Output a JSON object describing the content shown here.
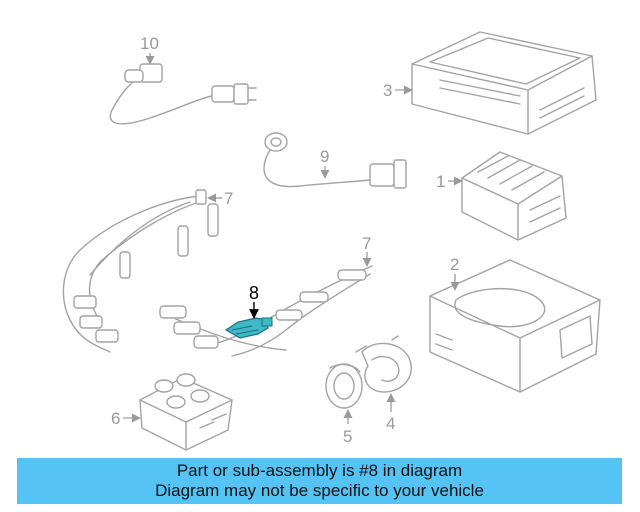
{
  "diagram": {
    "callouts": {
      "c1": "1",
      "c2": "2",
      "c3": "3",
      "c4": "4",
      "c5": "5",
      "c6": "6",
      "c7a": "7",
      "c7b": "7",
      "c8": "8",
      "c9": "9",
      "c10": "10"
    },
    "highlight_color": "#3fb8c8"
  },
  "banner": {
    "line1": "Part or sub-assembly is #8 in diagram",
    "line2": "Diagram may not be specific to your vehicle",
    "background": "#55c3f4"
  }
}
